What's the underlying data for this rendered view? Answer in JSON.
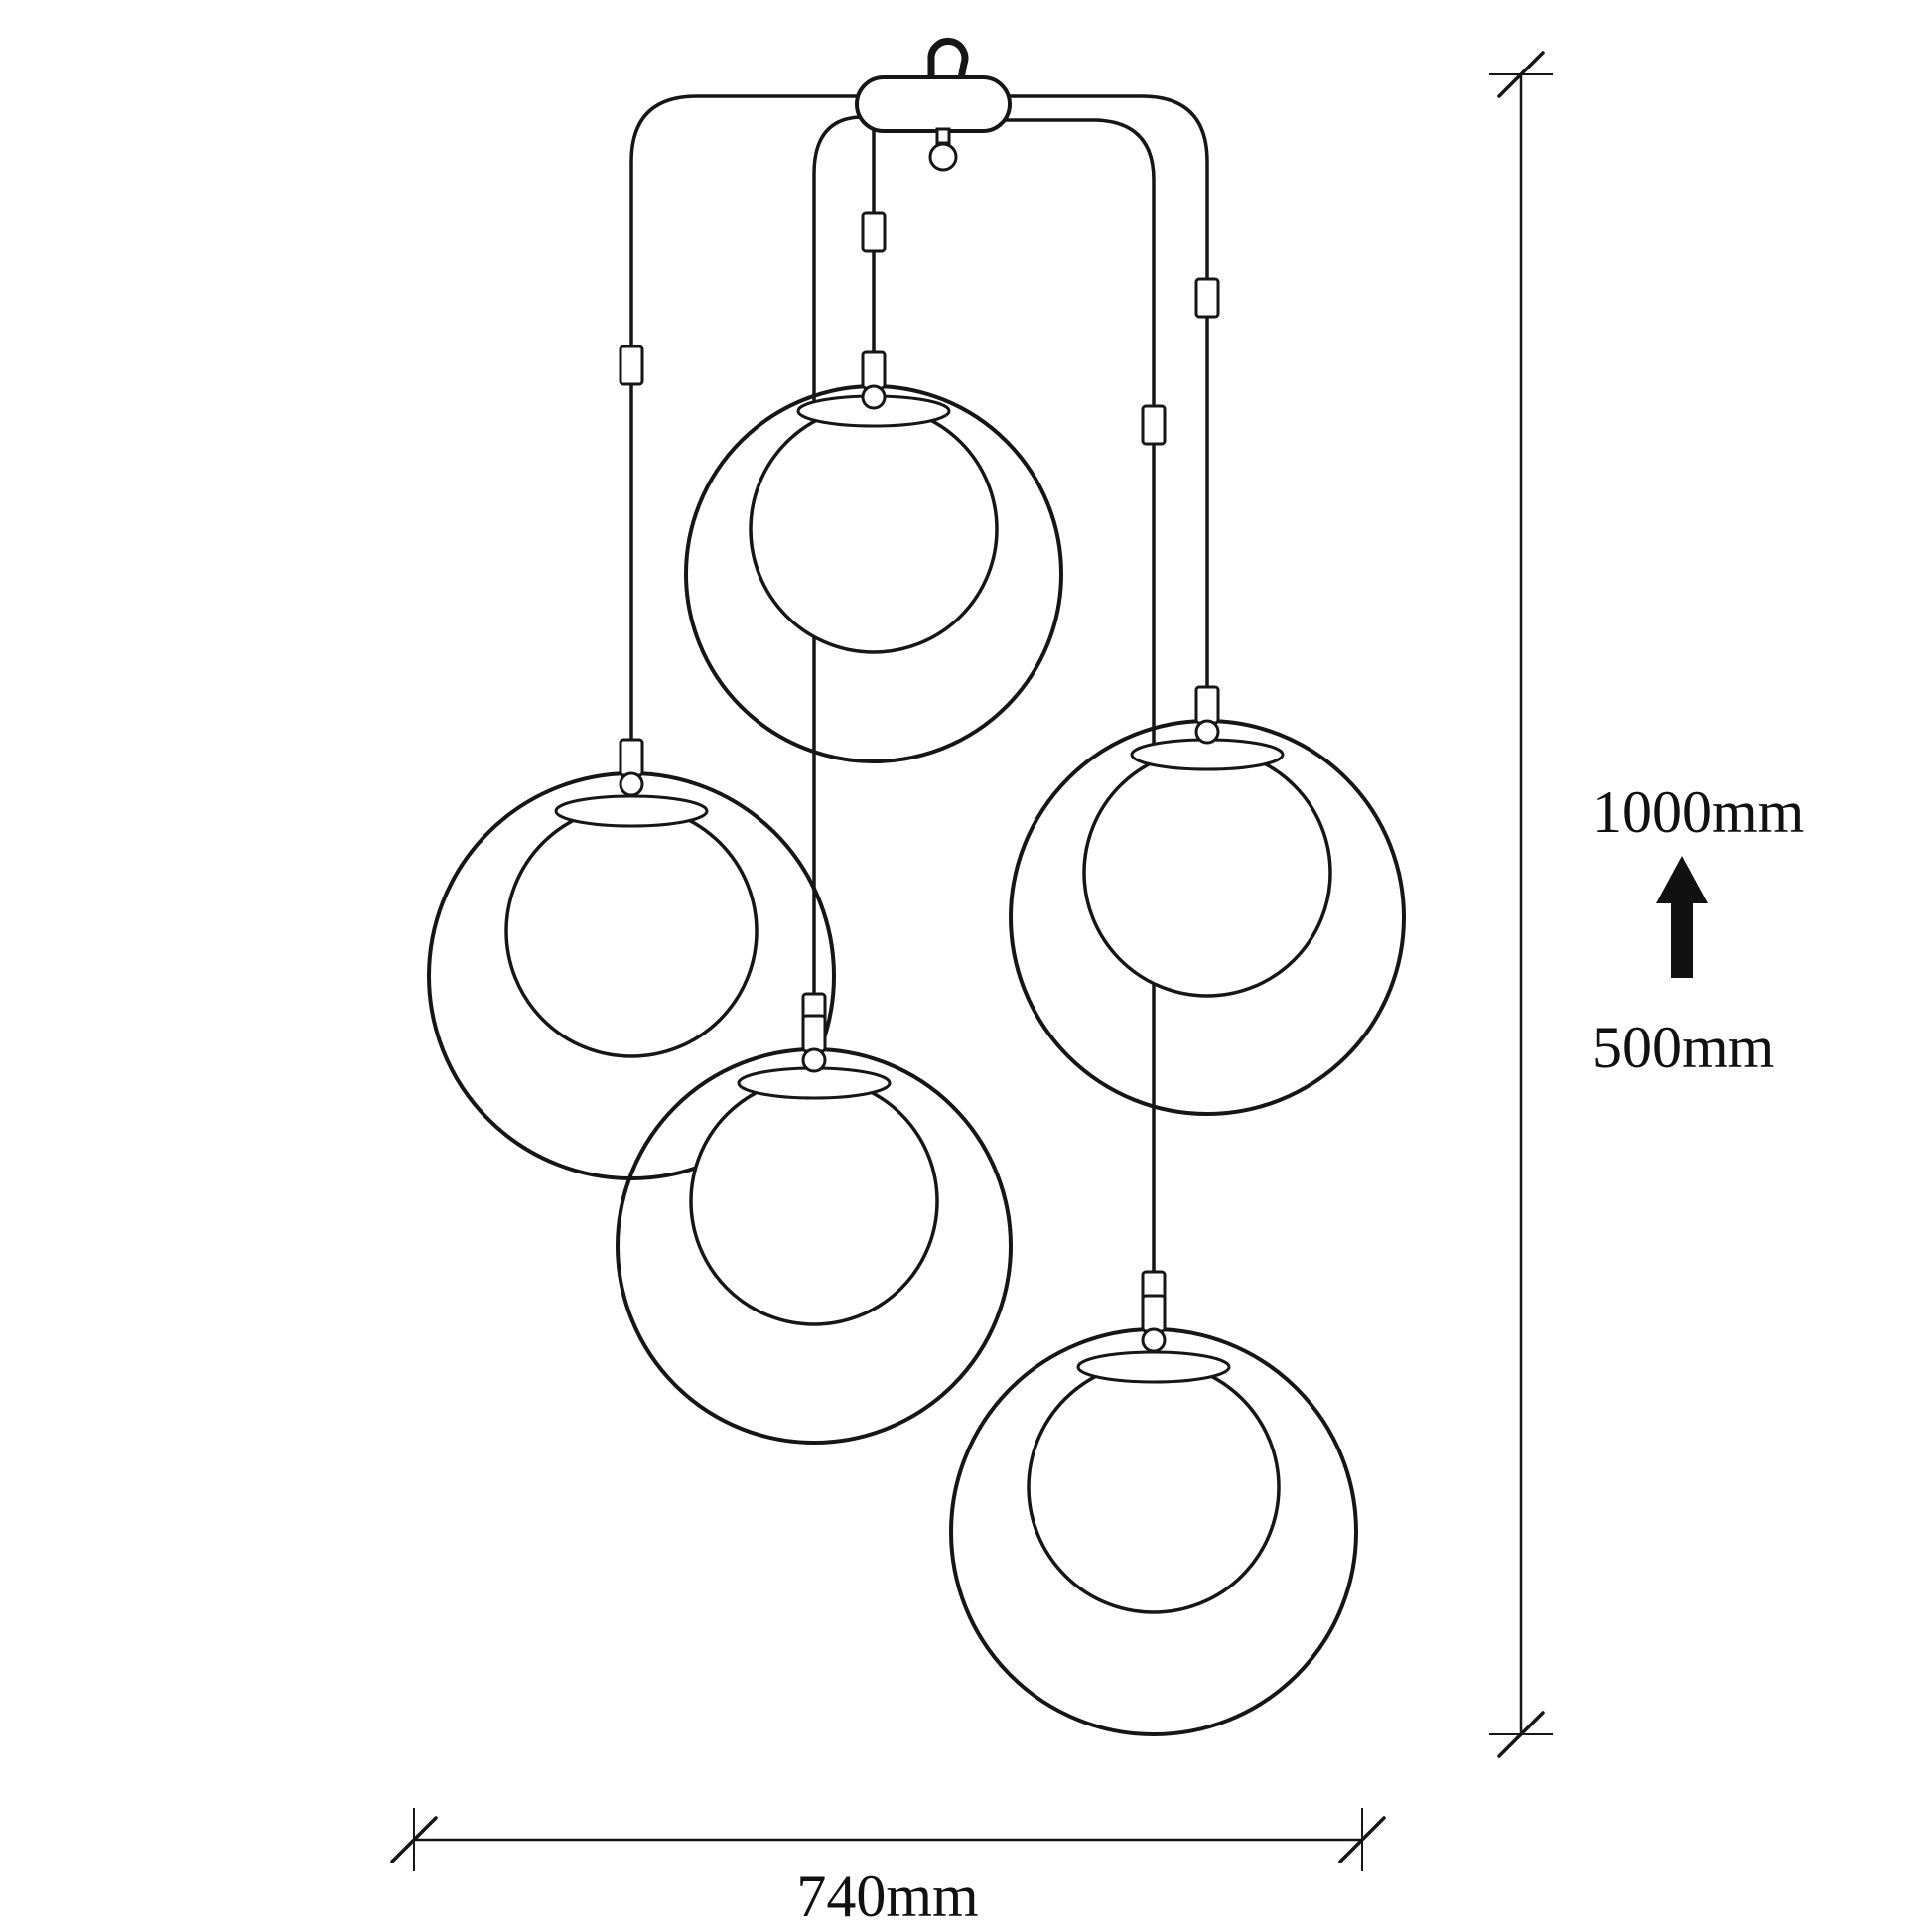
{
  "diagram": {
    "type": "technical-drawing",
    "subject": "five-light ring pendant chandelier",
    "lights_count": 5,
    "colors": {
      "line": "#161616",
      "background": "#ffffff"
    },
    "dimensions": {
      "height_total": "1000mm",
      "height_partial": "500mm",
      "width": "740mm"
    }
  }
}
